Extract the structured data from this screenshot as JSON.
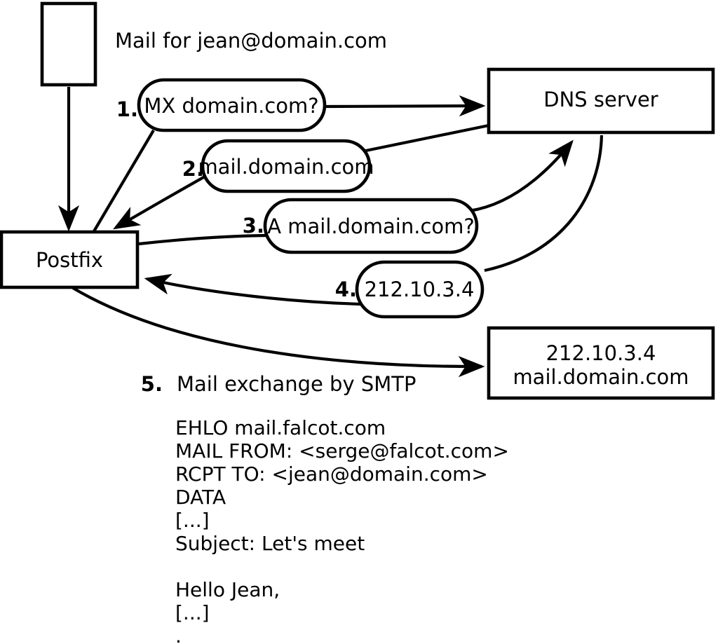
{
  "diagram": {
    "note": "Mail for jean@domain.com",
    "nodes": {
      "postfix": "Postfix",
      "dns_server": "DNS server",
      "mail_server_ip": "212.10.3.4",
      "mail_server_host": "mail.domain.com"
    },
    "steps": [
      {
        "num": "1.",
        "label": "MX domain.com?"
      },
      {
        "num": "2.",
        "label": "mail.domain.com"
      },
      {
        "num": "3.",
        "label": "A mail.domain.com?"
      },
      {
        "num": "4.",
        "label": "212.10.3.4"
      },
      {
        "num": "5.",
        "label": "Mail exchange by SMTP"
      }
    ],
    "smtp_session": "EHLO mail.falcot.com\nMAIL FROM: <serge@falcot.com>\nRCPT TO: <jean@domain.com>\nDATA\n[...]\nSubject: Let's meet\n\nHello Jean,\n[...]\n.",
    "colors": {
      "ink": "#000000",
      "paper": "#ffffff"
    }
  }
}
